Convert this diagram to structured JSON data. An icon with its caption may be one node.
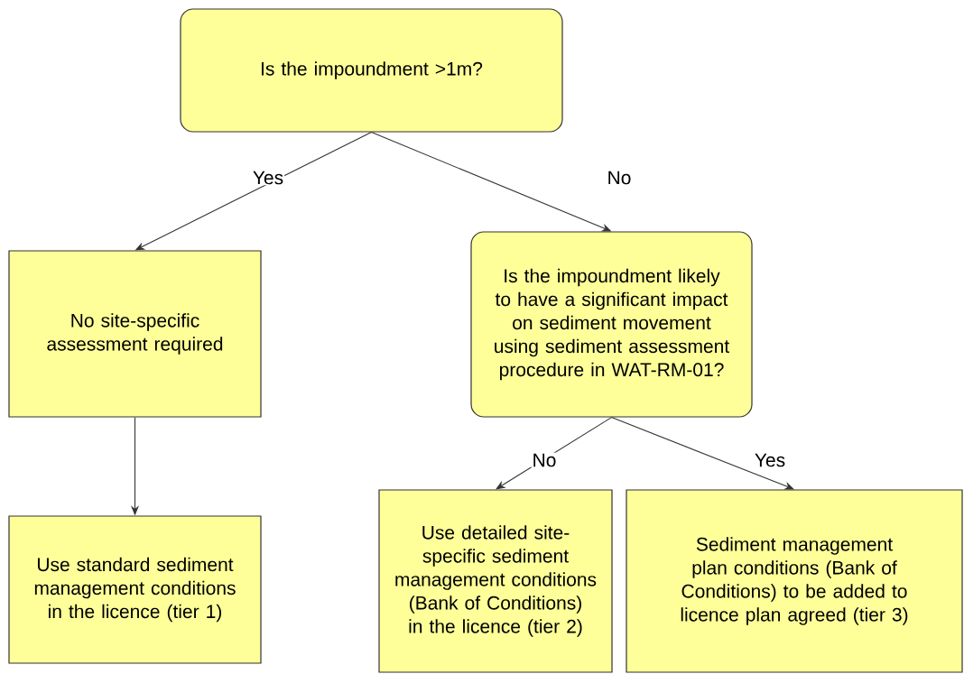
{
  "diagram": {
    "nodes": [
      {
        "text": [
          "Is the impoundment >1m?"
        ]
      },
      {
        "text": [
          "No site-specific assessment required"
        ]
      },
      {
        "text": [
          "Is the impoundment likely to have a significant impact on sediment movement using sediment assessment procedure in WAT-RM-01?"
        ]
      },
      {
        "text": [
          "Use standard sediment management conditions in the licence (tier 1)"
        ]
      },
      {
        "text": [
          "Use detailed site-specific sediment management conditions (Bank of Conditions) in the licence (tier 2)"
        ]
      },
      {
        "text": [
          "Sediment management plan conditions (Bank of Conditions) to be added to licence plan agreed (tier 3)"
        ]
      }
    ],
    "edges": [
      {
        "from": 0,
        "to": 1,
        "arrow": "to",
        "label": "Yes"
      },
      {
        "from": 0,
        "to": 2,
        "arrow": "to",
        "label": "No"
      },
      {
        "from": 1,
        "to": 3,
        "arrow": "to"
      },
      {
        "from": 2,
        "to": 4,
        "arrow": "to",
        "label": "No"
      },
      {
        "from": 2,
        "to": 5,
        "arrow": "to",
        "label": "Yes"
      }
    ]
  }
}
